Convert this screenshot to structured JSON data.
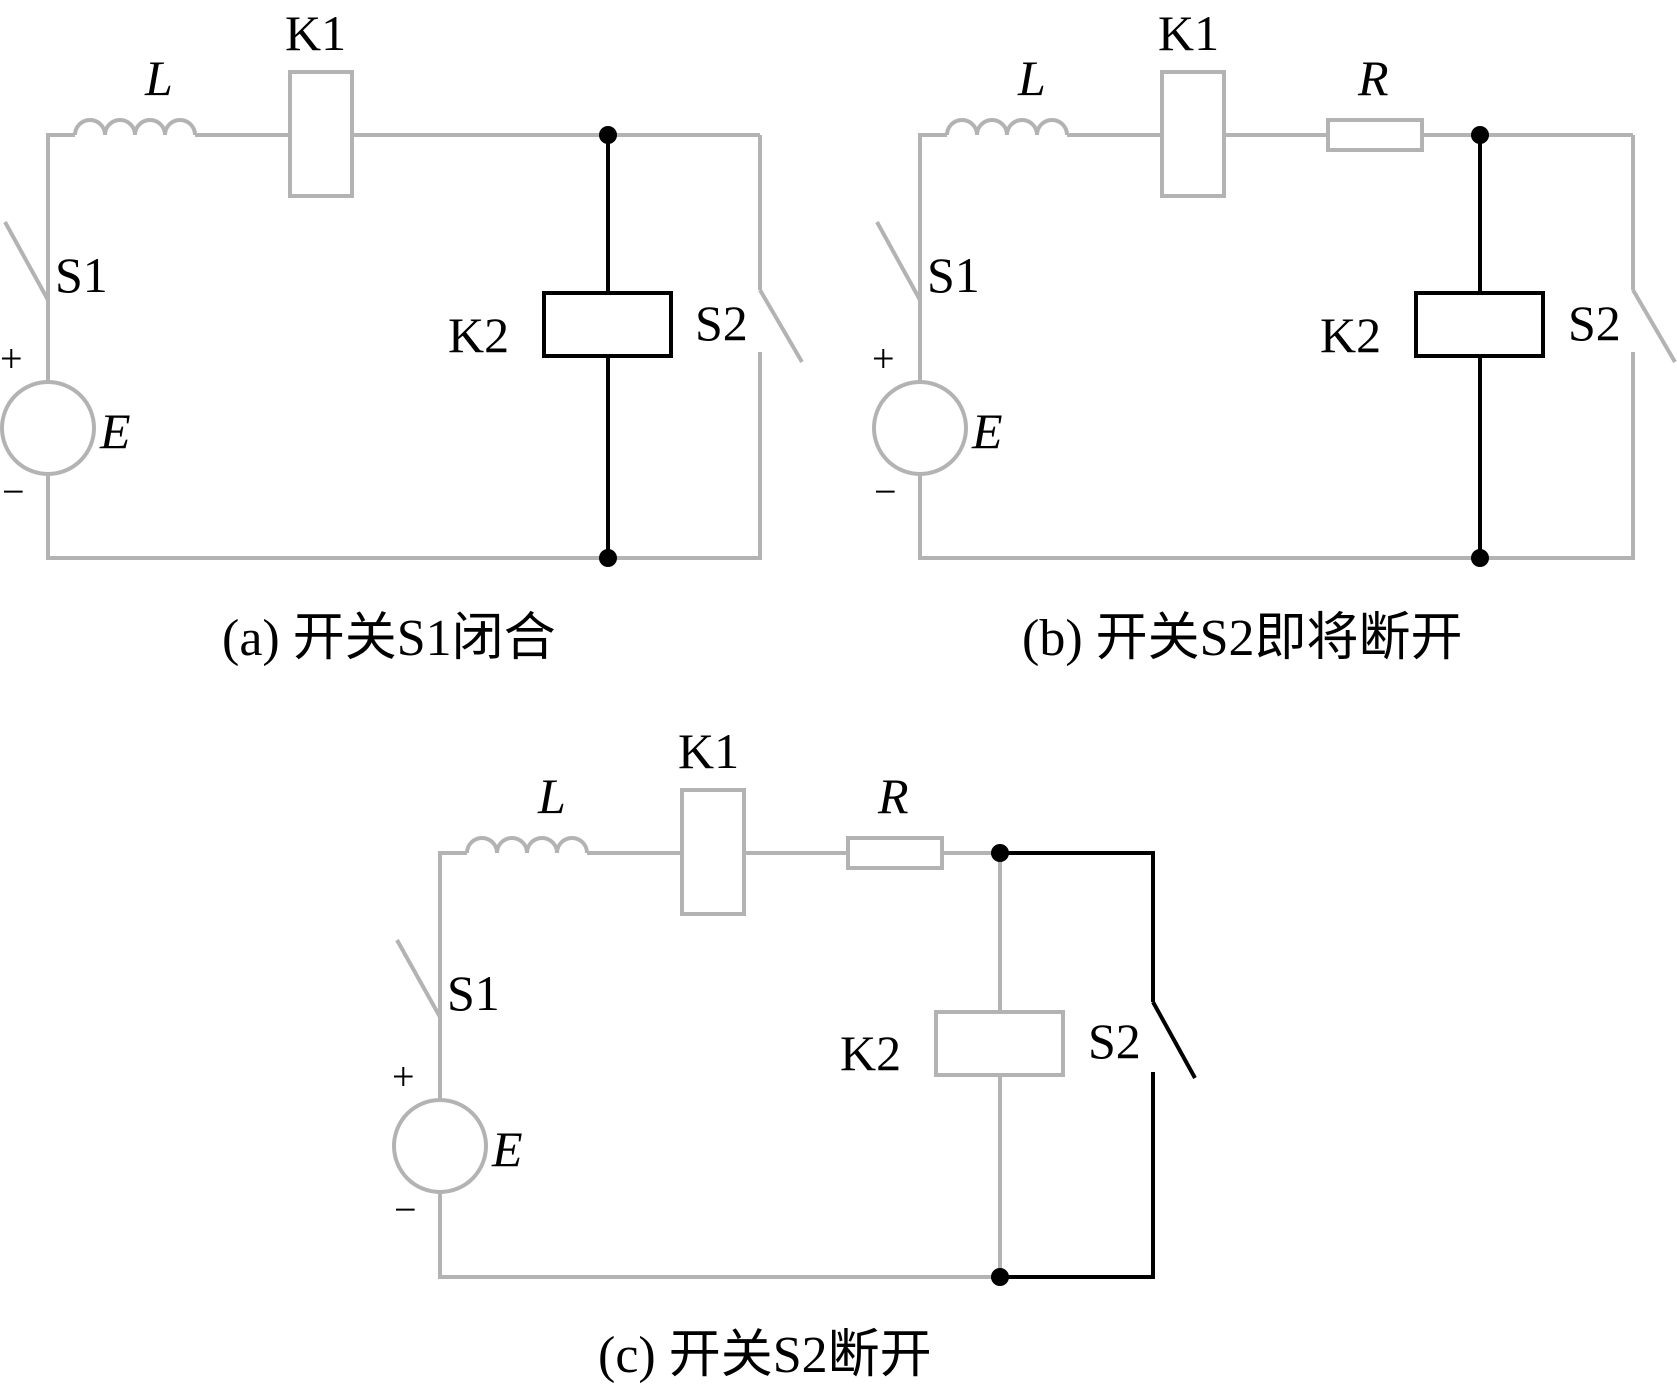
{
  "diagrams": [
    {
      "caption": "(a)  开关S1闭合",
      "labels": {
        "L": "L",
        "K1": "K1",
        "K2": "K2",
        "S1": "S1",
        "S2": "S2",
        "E": "E",
        "plus": "+",
        "minus": "−"
      }
    },
    {
      "caption": "(b)  开关S2即将断开",
      "labels": {
        "L": "L",
        "K1": "K1",
        "R": "R",
        "K2": "K2",
        "S1": "S1",
        "S2": "S2",
        "E": "E",
        "plus": "+",
        "minus": "−"
      }
    },
    {
      "caption": "(c)  开关S2断开",
      "labels": {
        "L": "L",
        "K1": "K1",
        "R": "R",
        "K2": "K2",
        "S1": "S1",
        "S2": "S2",
        "E": "E",
        "plus": "+",
        "minus": "−"
      }
    }
  ],
  "colors": {
    "inactive": "#b3b3b3",
    "active": "#000000"
  }
}
